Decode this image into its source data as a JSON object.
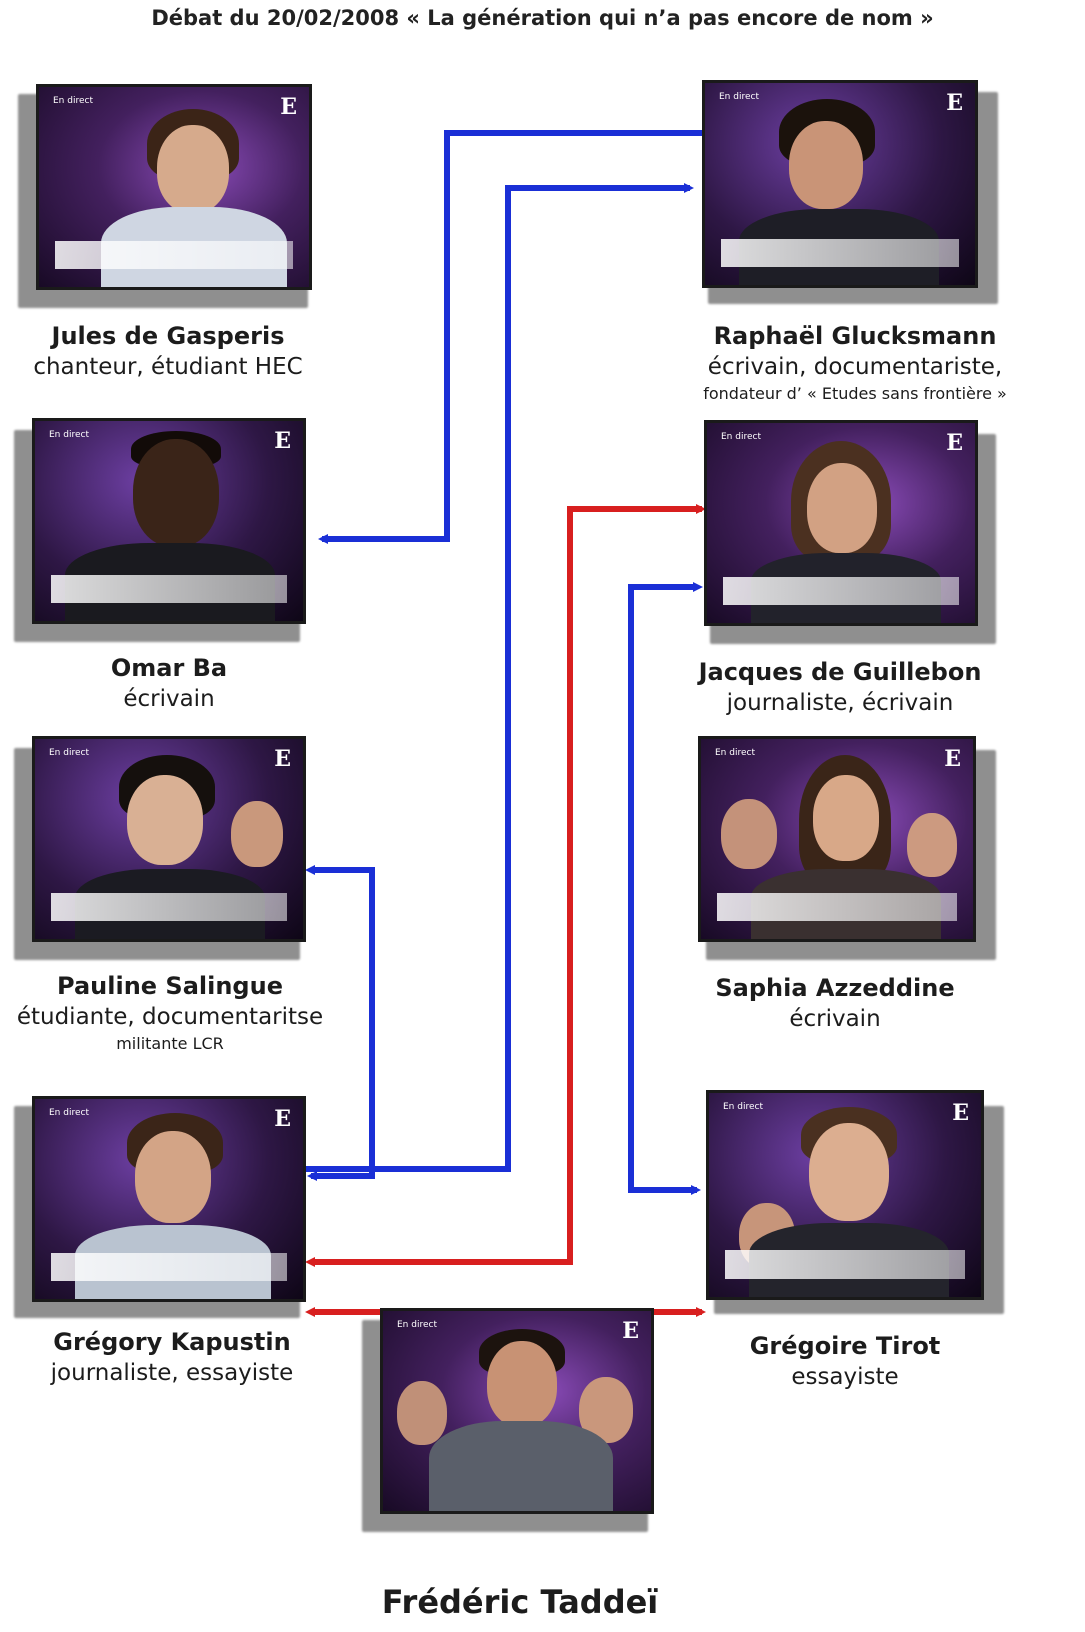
{
  "title": "Débat du 20/02/2008 « La génération qui n’a pas encore de nom »",
  "overlay": {
    "live_text": "En direct",
    "channel_logo": "E"
  },
  "colors": {
    "blue_arrow": "#1a2fd6",
    "red_arrow": "#d81f1f"
  },
  "people": [
    {
      "id": "jules",
      "name": "Jules de Gasperis",
      "role": "chanteur, étudiant HEC",
      "extra": ""
    },
    {
      "id": "raphael",
      "name": "Raphaël Glucksmann",
      "role": "écrivain, documentariste,",
      "extra": "fondateur d’ « Etudes sans frontière »"
    },
    {
      "id": "omar",
      "name": "Omar Ba",
      "role": "écrivain",
      "extra": ""
    },
    {
      "id": "jacques",
      "name": "Jacques de Guillebon",
      "role": "journaliste, écrivain",
      "extra": ""
    },
    {
      "id": "pauline",
      "name": "Pauline Salingue",
      "role": "étudiante, documentaritse",
      "extra": "militante LCR"
    },
    {
      "id": "saphia",
      "name": "Saphia Azzeddine",
      "role": "écrivain",
      "extra": ""
    },
    {
      "id": "gregory",
      "name": "Grégory Kapustin",
      "role": "journaliste, essayiste",
      "extra": ""
    },
    {
      "id": "gregoire",
      "name": "Grégoire Tirot",
      "role": "essayiste",
      "extra": ""
    },
    {
      "id": "frederic",
      "name": "Frédéric Taddeï",
      "role": "",
      "extra": ""
    }
  ]
}
